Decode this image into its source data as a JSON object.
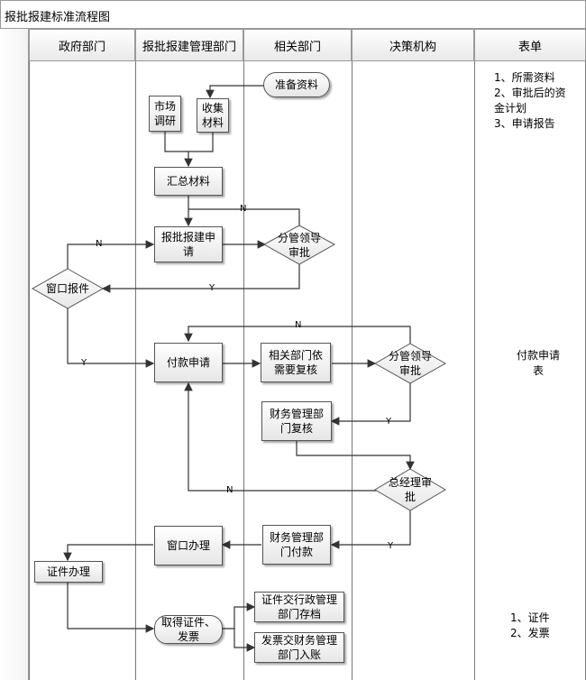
{
  "title": "报批报建标准流程图",
  "lanes": [
    "政府部门",
    "报批报建管理部门",
    "相关部门",
    "决策机构",
    "表单"
  ],
  "nodes": {
    "prepare": "准备资料",
    "market": "市场\n调研",
    "collect": "收集\n材料",
    "summary": "汇总材料",
    "apply": "报批报建申\n请",
    "approve1": "分管领导\n审批",
    "window": "窗口报件",
    "payment": "付款申请",
    "dept_review": "相关部门依\n需要复核",
    "approve2": "分管领导\n审批",
    "finance_review": "财务管理部\n门复核",
    "gm_approve": "总经理审\n批",
    "window_handle": "窗口办理",
    "finance_pay": "财务管理部\n门付款",
    "cert": "证件办理",
    "get_cert": "取得证件、\n发票",
    "cert_archive": "证件交行政管理\n部门存档",
    "invoice": "发票交财务管理\n部门入账"
  },
  "edge_labels": {
    "yes": "Y",
    "no": "N"
  },
  "forms": {
    "form1": "1、所需资料\n2、审批后的资\n金计划\n3、申请报告",
    "form2": "付款申请\n表",
    "form3": "1、证件\n2、发票"
  }
}
